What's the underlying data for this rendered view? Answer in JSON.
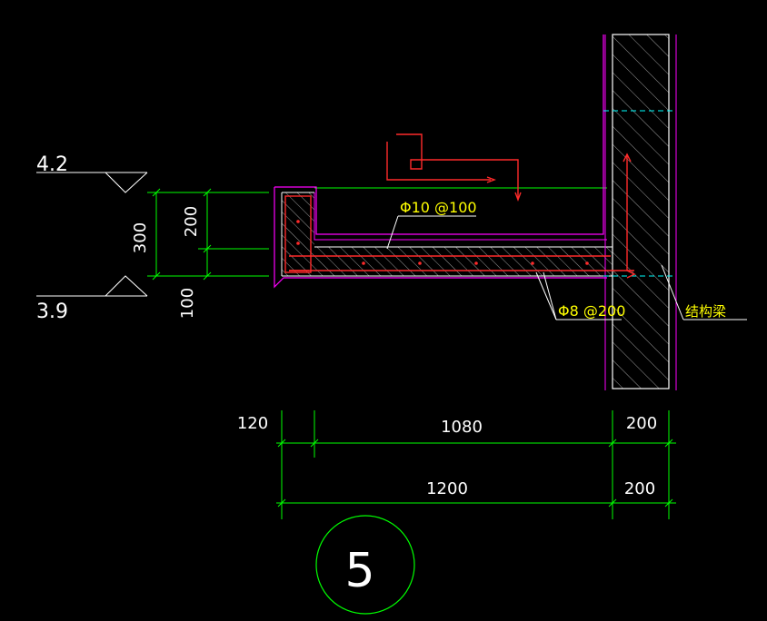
{
  "elevations": {
    "top": "4.2",
    "bottom": "3.9"
  },
  "vertical_dims": {
    "total": "300",
    "upper": "200",
    "lower": "100"
  },
  "horizontal_dims": {
    "row1": {
      "left": "120",
      "middle": "1080",
      "right": "200"
    },
    "row2": {
      "middle": "1200",
      "right": "200"
    }
  },
  "rebar_labels": {
    "top_bar": "Φ10 @100",
    "bottom_bar": "Φ8 @200"
  },
  "beam_label": "结构梁",
  "detail_number": "5",
  "colors": {
    "background": "#000000",
    "dimension": "#00ff00",
    "outline": "#ff00ff",
    "rebar": "#ff2a2a",
    "text": "#ffffff",
    "label": "#ffff00",
    "centerline": "#00ffff",
    "hatch": "#9a9a9a"
  }
}
